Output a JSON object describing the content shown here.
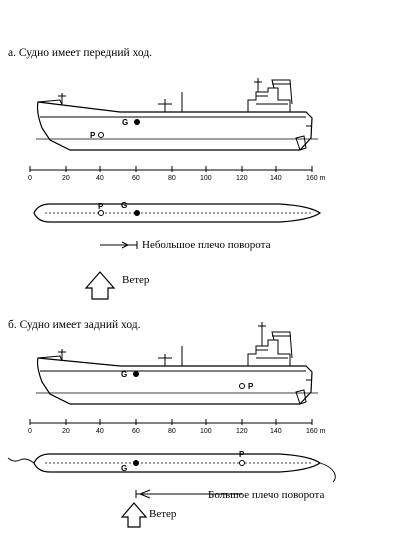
{
  "section_a": {
    "heading": "а. Судно имеет передний ход.",
    "profile_G": "G",
    "profile_P": "P",
    "plan_P": "P",
    "plan_G": "G",
    "scale_ticks": [
      "0",
      "20",
      "40",
      "60",
      "80",
      "100",
      "120",
      "140",
      "160 m"
    ],
    "turn_lever_label": "Небольшое плечо поворота",
    "wind_label": "Ветер"
  },
  "section_b": {
    "heading": "б. Судно имеет задний ход.",
    "profile_G": "G",
    "profile_P": "P",
    "plan_G": "G",
    "plan_P": "P",
    "scale_ticks": [
      "0",
      "20",
      "40",
      "60",
      "80",
      "100",
      "120",
      "140",
      "160 m"
    ],
    "turn_lever_label": "Большое плечо поворота",
    "wind_label": "Ветер"
  }
}
